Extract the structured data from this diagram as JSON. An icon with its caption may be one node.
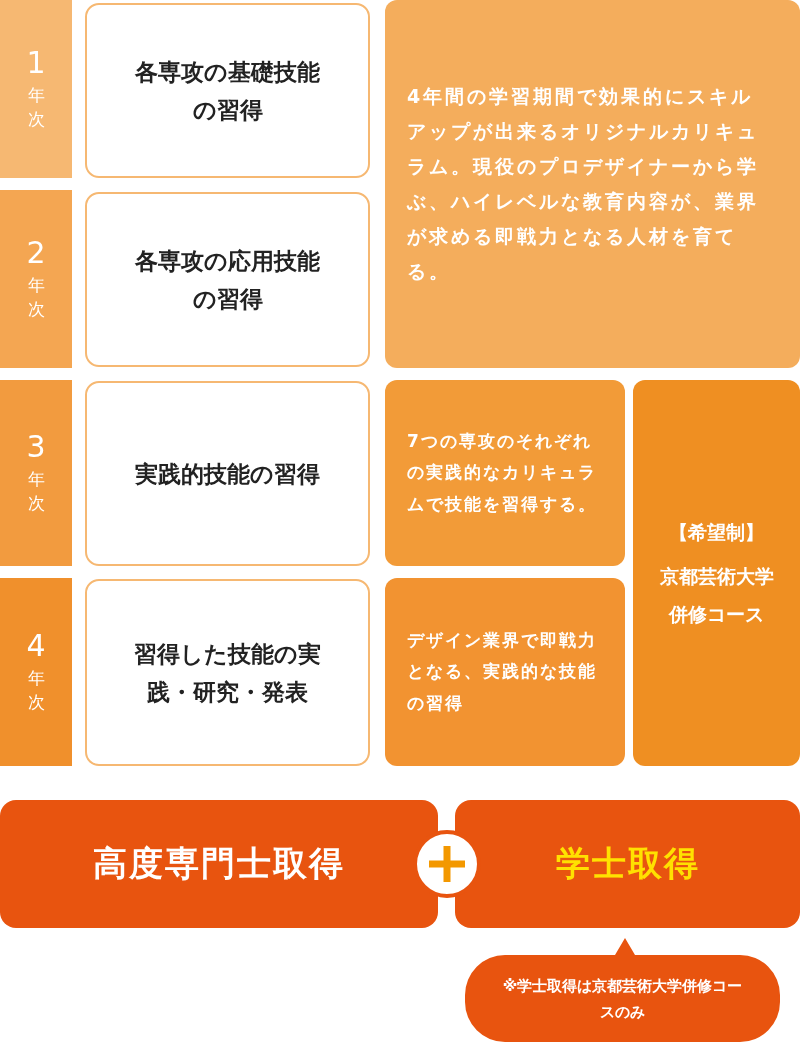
{
  "diagram": {
    "nodes": [
      {
        "text": [
          "1",
          "年次"
        ]
      },
      {
        "text": [
          "各専攻の基礎技能の習得"
        ]
      },
      {
        "text": [
          "4年間の学習期間で効果的にスキルアップが出来るオリジナルカリキュラム。現役のプロデザイナーから学ぶ、ハイレベルな教育内容が、業界が求める即戦力となる人材を育てる。"
        ]
      },
      {
        "text": [
          "2",
          "年次"
        ]
      },
      {
        "text": [
          "各専攻の応用技能の習得"
        ]
      },
      {
        "text": [
          "3",
          "年次"
        ]
      },
      {
        "text": [
          "実践的技能の習得"
        ]
      },
      {
        "text": [
          "7つの専攻のそれぞれの実践的なカリキュラムで技能を習得する。"
        ]
      },
      {
        "text": [
          "【希望制】",
          "京都芸術大学併修コース"
        ]
      },
      {
        "text": [
          "4",
          "年次"
        ]
      },
      {
        "text": [
          "習得した技能の実践・研究・発表"
        ]
      },
      {
        "text": [
          "デザイン業界で即戦力となる、実践的な技能の習得"
        ]
      },
      {
        "text": [
          "高度専門士取得"
        ]
      },
      {
        "text": [
          "学士取得"
        ]
      },
      {
        "text": [
          "※学士取得は京都芸術大学併修コースのみ"
        ]
      }
    ]
  }
}
